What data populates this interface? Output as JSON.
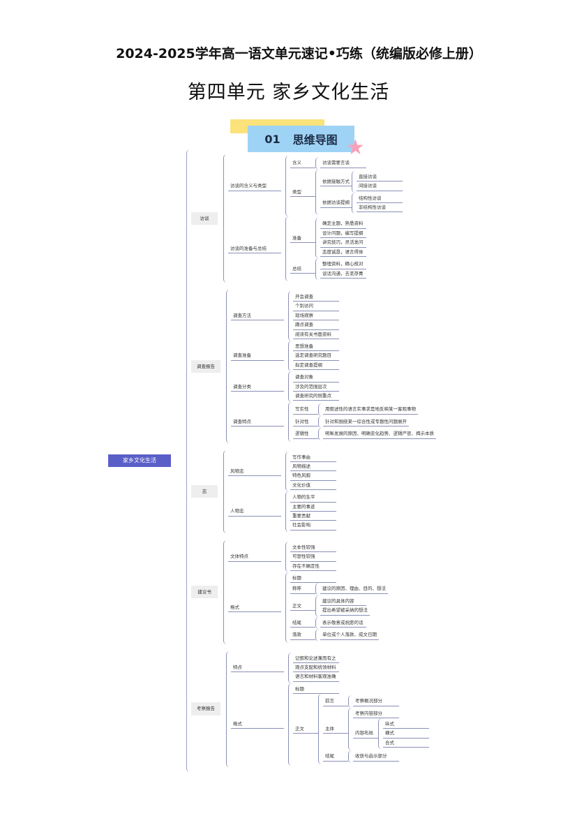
{
  "header": {
    "title": "2024-2025学年高一语文单元速记•巧练（统编版必修上册）",
    "subtitle": "第四单元  家乡文化生活",
    "badge_number": "01",
    "badge_label": "思维导图"
  },
  "colors": {
    "root": "#5a5fc8",
    "badge_blue": "#9fd3f5",
    "badge_yellow": "#fbe27a",
    "star": "#f5a2b9"
  },
  "mindmap": {
    "label": "家乡文化生活",
    "children": [
      {
        "label": "访谈",
        "children": [
          {
            "label": "访谈的含义与类型",
            "children": [
              {
                "label": "含义",
                "children": [
                  {
                    "label": "访谈需要言谈"
                  }
                ]
              },
              {
                "label": "类型",
                "children": [
                  {
                    "label": "依据接触方式",
                    "children": [
                      {
                        "label": "直接访谈"
                      },
                      {
                        "label": "间接访谈"
                      }
                    ]
                  },
                  {
                    "label": "依据访谈提纲",
                    "children": [
                      {
                        "label": "结构性访谈"
                      },
                      {
                        "label": "非结构性访谈"
                      }
                    ]
                  }
                ]
              }
            ]
          },
          {
            "label": "访谈的准备与总结",
            "children": [
              {
                "label": "准备",
                "children": [
                  {
                    "label": "确定主题，熟悉资料"
                  },
                  {
                    "label": "设计问题，编写提纲"
                  },
                  {
                    "label": "讲究技巧，灵活发问"
                  },
                  {
                    "label": "态度诚恳，语言得体"
                  }
                ]
              },
              {
                "label": "总结",
                "children": [
                  {
                    "label": "整理资料，精心核对"
                  },
                  {
                    "label": "谈话沟通，去芜存菁"
                  }
                ]
              }
            ]
          }
        ]
      },
      {
        "label": "调查报告",
        "children": [
          {
            "label": "调查方法",
            "children": [
              {
                "label": "开会调查"
              },
              {
                "label": "个别访问"
              },
              {
                "label": "现场观察"
              },
              {
                "label": "蹲点调查"
              },
              {
                "label": "阅读有关书面资料"
              }
            ]
          },
          {
            "label": "调查准备",
            "children": [
              {
                "label": "思想准备"
              },
              {
                "label": "选定调查研究题目"
              },
              {
                "label": "拟定调查提纲"
              }
            ]
          },
          {
            "label": "调查分类",
            "children": [
              {
                "label": "调查对象"
              },
              {
                "label": "涉及的范围层次"
              },
              {
                "label": "调查研究的侧重点"
              }
            ]
          },
          {
            "label": "调查特点",
            "children": [
              {
                "label": "写实性",
                "children": [
                  {
                    "label": "用叙述性的语言实事求是地反映某一客观事物"
                  }
                ]
              },
              {
                "label": "针对性",
                "children": [
                  {
                    "label": "针对和围绕某一综合性或专题性问题展开"
                  }
                ]
              },
              {
                "label": "逻辑性",
                "children": [
                  {
                    "label": "明晰发展的原因、明确变化趋势、逻辑严密、揭示本质"
                  }
                ]
              }
            ]
          }
        ]
      },
      {
        "label": "志",
        "children": [
          {
            "label": "风物志",
            "children": [
              {
                "label": "写作事由"
              },
              {
                "label": "风物描述"
              },
              {
                "label": "特色风貌"
              },
              {
                "label": "文化价值"
              }
            ]
          },
          {
            "label": "人物志",
            "children": [
              {
                "label": "人物的生平"
              },
              {
                "label": "主要的事迹"
              },
              {
                "label": "重要贡献"
              },
              {
                "label": "社会影响"
              }
            ]
          }
        ]
      },
      {
        "label": "建议书",
        "children": [
          {
            "label": "文体特点",
            "children": [
              {
                "label": "文本性较强"
              },
              {
                "label": "可塑性较强"
              },
              {
                "label": "存在不确定性"
              }
            ]
          },
          {
            "label": "格式",
            "children": [
              {
                "label": "标题"
              },
              {
                "label": "称呼",
                "children": [
                  {
                    "label": "建议的原因、理由、目的、想法"
                  }
                ]
              },
              {
                "label": "正文",
                "children": [
                  {
                    "label": "建议的具体内容"
                  },
                  {
                    "label": "提出希望被采纳的想法"
                  }
                ]
              },
              {
                "label": "结尾",
                "children": [
                  {
                    "label": "表示敬意或祝愿的话"
                  }
                ]
              },
              {
                "label": "落款",
                "children": [
                  {
                    "label": "单位或个人落款、成文日期"
                  }
                ]
              }
            ]
          }
        ]
      },
      {
        "label": "考察报告",
        "children": [
          {
            "label": "特点",
            "children": [
              {
                "label": "记叙和论述兼而有之"
              },
              {
                "label": "观点支配和统领材料"
              },
              {
                "label": "语言和材料客观准确"
              }
            ]
          },
          {
            "label": "格式",
            "children": [
              {
                "label": "标题"
              },
              {
                "label": "正文",
                "children": [
                  {
                    "label": "前言",
                    "children": [
                      {
                        "label": "考察概况部分"
                      }
                    ]
                  },
                  {
                    "label": "主体",
                    "children": [
                      {
                        "label": "考察内容部分"
                      },
                      {
                        "label": "内容布局",
                        "children": [
                          {
                            "label": "纵式"
                          },
                          {
                            "label": "横式"
                          },
                          {
                            "label": "合式"
                          }
                        ]
                      }
                    ]
                  },
                  {
                    "label": "结尾",
                    "children": [
                      {
                        "label": "收获与启示部分"
                      }
                    ]
                  }
                ]
              }
            ]
          }
        ]
      }
    ]
  }
}
